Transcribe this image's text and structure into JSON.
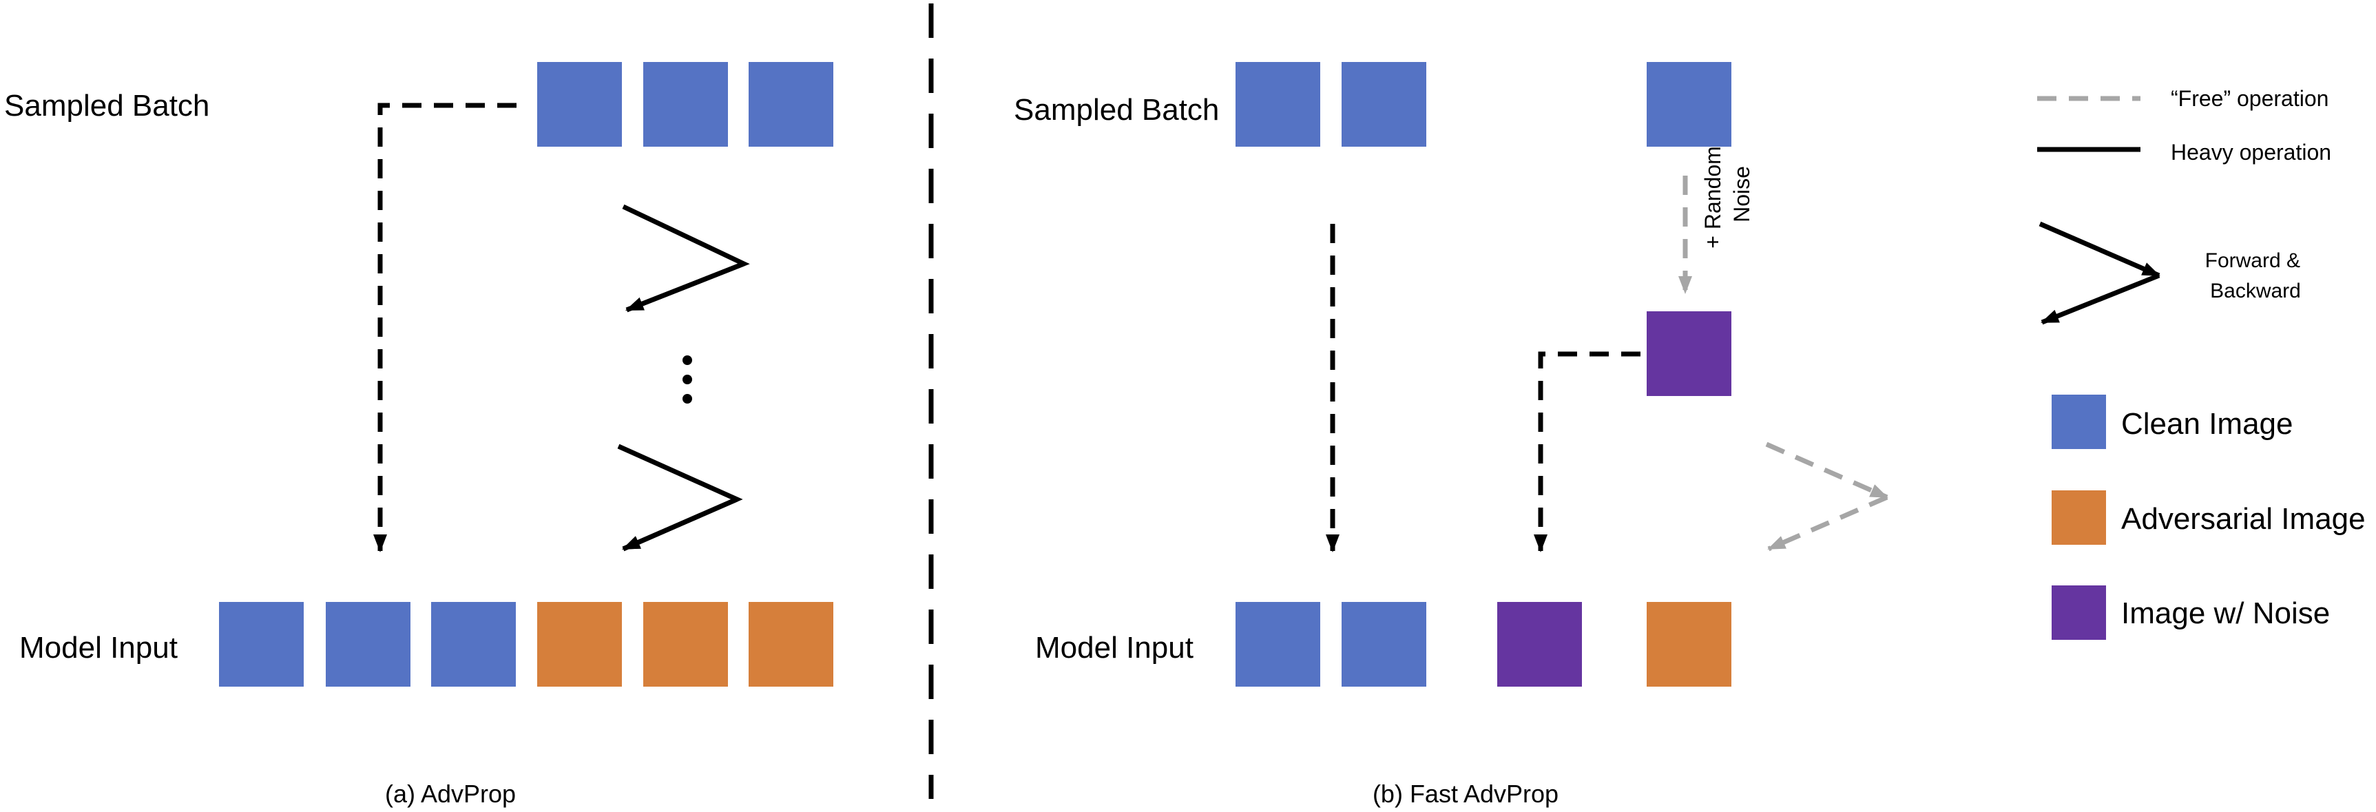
{
  "colors": {
    "clean": "#5573C4",
    "adversarial": "#D67F3B",
    "noise": "#6535A0",
    "heavy": "#000000",
    "free": "#A6A6A6"
  },
  "panel_a": {
    "sampled_batch_label": "Sampled Batch",
    "model_input_label": "Model Input",
    "caption": "(a) AdvProp"
  },
  "panel_b": {
    "sampled_batch_label": "Sampled Batch",
    "model_input_label": "Model Input",
    "noise_label_line1": "+ Random",
    "noise_label_line2": "Noise",
    "caption": "(b) Fast AdvProp"
  },
  "legend": {
    "free_operation": "“Free” operation",
    "heavy_operation": "Heavy operation",
    "forward_backward_line1": "Forward &",
    "forward_backward_line2": "Backward",
    "clean_image": "Clean Image",
    "adversarial_image": "Adversarial Image",
    "image_with_noise": "Image w/ Noise"
  }
}
